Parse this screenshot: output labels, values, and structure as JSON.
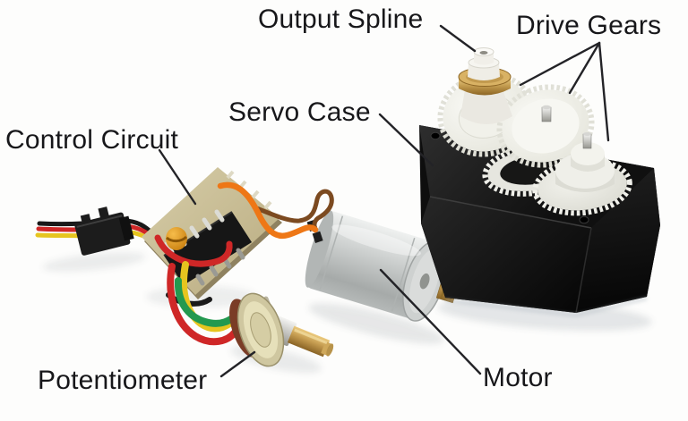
{
  "labels": {
    "output_spline": "Output Spline",
    "drive_gears": "Drive Gears",
    "servo_case": "Servo Case",
    "control_circuit": "Control Circuit",
    "potentiometer": "Potentiometer",
    "motor": "Motor"
  },
  "colors": {
    "background": "#fdfdfc",
    "label_text": "#17171a",
    "leader_line": "#232327",
    "servo_case_black": "#111111",
    "gear_plastic": "#f3f3ee",
    "brass": "#c29a4e",
    "motor_silver": "#c9cccb",
    "pcb_tan": "#cbc199",
    "wire_red": "#cf2727",
    "wire_yellow": "#e6c51f",
    "wire_green": "#23994f",
    "wire_orange": "#ee7716",
    "wire_brown": "#7c4a20",
    "wire_black": "#191919"
  }
}
